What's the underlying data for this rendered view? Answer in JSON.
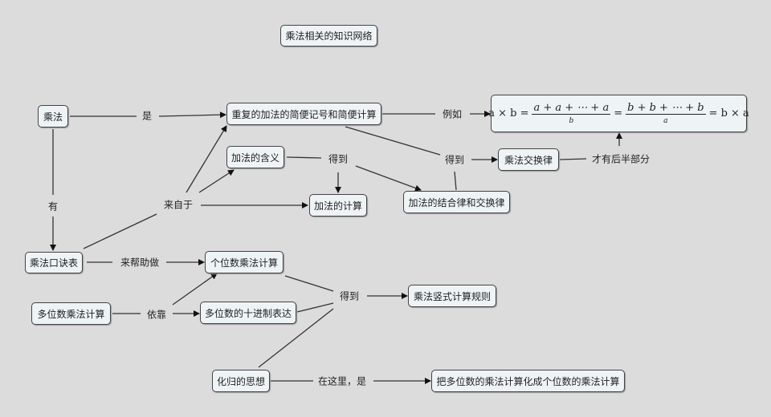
{
  "title": "乘法相关的知识网络",
  "nodes": {
    "multiplication": "乘法",
    "repeated_addition": "重复的加法的简便记号和简便计算",
    "addition_meaning": "加法的含义",
    "addition_calc": "加法的计算",
    "addition_laws": "加法的结合律和交换律",
    "commutative_mult": "乘法交换律",
    "times_table": "乘法口诀表",
    "single_digit_mult": "个位数乘法计算",
    "multi_digit_mult": "多位数乘法计算",
    "decimal_repr": "多位数的十进制表达",
    "vertical_rules": "乘法竖式计算规则",
    "reduction_idea": "化归的思想",
    "reduction_result": "把多位数的乘法计算化成个位数的乘法计算"
  },
  "formula": {
    "lhs": "a × b =",
    "sum_a": "a + a + ⋯ + a",
    "count_b": "b",
    "eq": "=",
    "sum_b": "b + b + ⋯ + b",
    "count_a": "a",
    "rhs": "= b × a"
  },
  "labels": {
    "is": "是",
    "for_example": "例如",
    "has": "有",
    "comes_from": "来自于",
    "obtain1": "得到",
    "obtain2": "得到",
    "latter_half": "才有后半部分",
    "helps": "来帮助做",
    "relies_on": "依靠",
    "obtain3": "得到",
    "here_is": "在这里，是"
  }
}
